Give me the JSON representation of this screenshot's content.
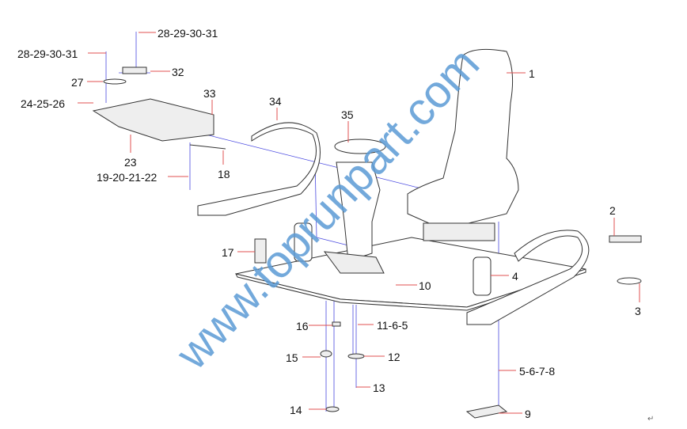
{
  "watermark": "www.toprunpart.com",
  "return_mark": "↵",
  "labels": {
    "p1": "1",
    "p2": "2",
    "p3": "3",
    "p4": "4",
    "p5678": "5-6-7-8",
    "p9": "9",
    "p10": "10",
    "p1165": "11-6-5",
    "p12": "12",
    "p13": "13",
    "p14": "14",
    "p15": "15",
    "p16": "16",
    "p17": "17",
    "p18": "18",
    "p19202122": "19-20-21-22",
    "p23": "23",
    "p242526": "24-25-26",
    "p27": "27",
    "p28a": "28-29-30-31",
    "p28b": "28-29-30-31",
    "p32": "32",
    "p33": "33",
    "p34": "34",
    "p35": "35"
  },
  "colors": {
    "leader": "#e05050",
    "guide": "#4a4ae0",
    "watermark": "#5b9bd5"
  }
}
